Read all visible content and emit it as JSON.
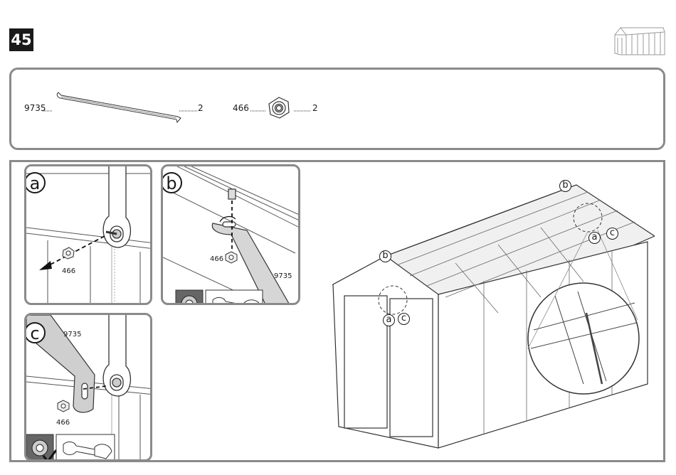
{
  "step": {
    "number": "45"
  },
  "parts": [
    {
      "code": "9735",
      "quantity": "2",
      "icon": "support-bar-icon"
    },
    {
      "code": "466",
      "quantity": "2",
      "icon": "hex-nut-icon"
    }
  ],
  "details": {
    "a": {
      "letter": "a",
      "nut_label": "466"
    },
    "b": {
      "letter": "b",
      "nut_label": "466",
      "bar_label": "9735"
    },
    "c": {
      "letter": "c",
      "nut_label": "466",
      "bar_label": "9735"
    }
  },
  "shed_callouts": {
    "front_b": "b",
    "front_a": "a",
    "front_c": "c",
    "rear_b": "b",
    "rear_a": "a",
    "rear_c": "c"
  }
}
